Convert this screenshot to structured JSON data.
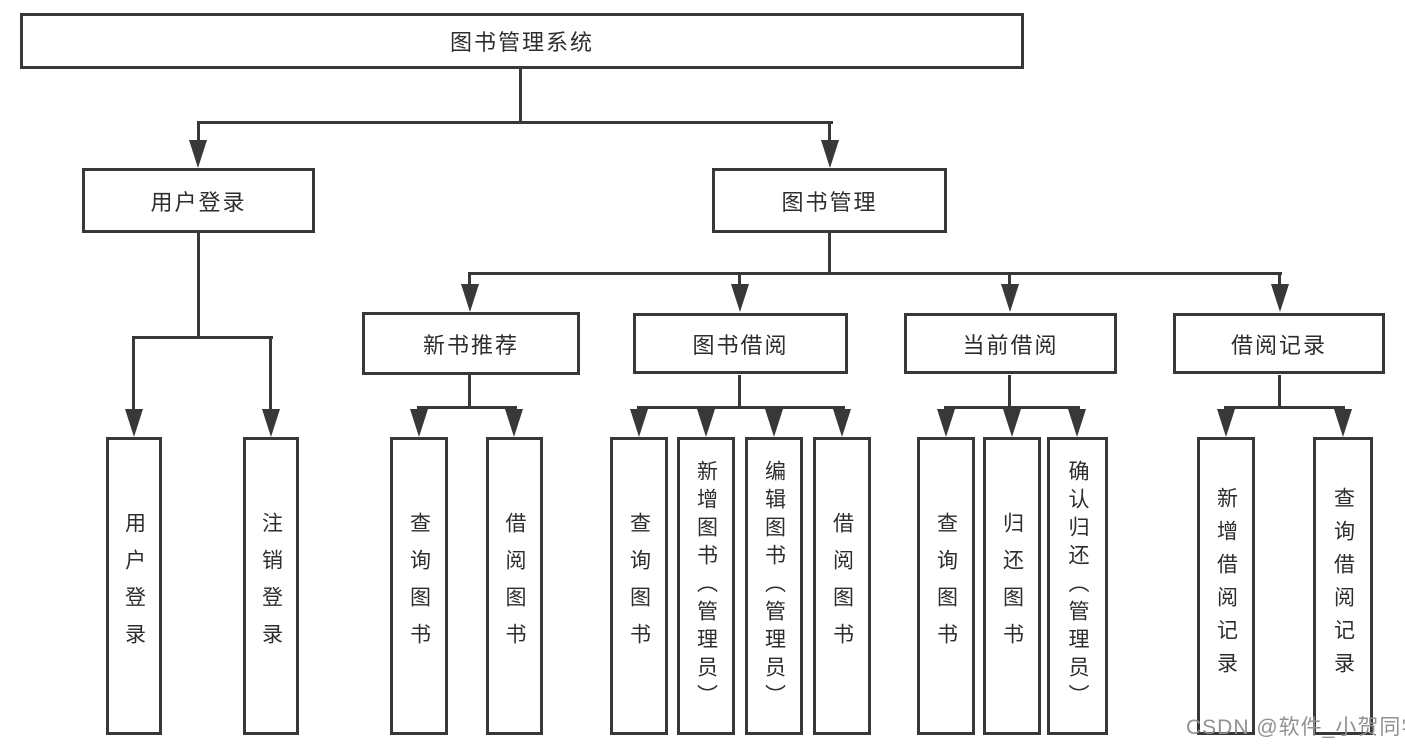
{
  "tree": {
    "root": "图书管理系统",
    "l2": [
      "用户登录",
      "图书管理"
    ],
    "l3": [
      "新书推荐",
      "图书借阅",
      "当前借阅",
      "借阅记录"
    ],
    "leaves": [
      "用户登录",
      "注销登录",
      "查询图书",
      "借阅图书",
      "查询图书",
      "新增图书（管理员）",
      "编辑图书（管理员）",
      "借阅图书",
      "查询图书",
      "归还图书",
      "确认归还（管理员）",
      "新增借阅记录",
      "查询借阅记录"
    ]
  },
  "watermark": "CSDN @软件_小贺同学",
  "colors": {
    "line": "#383838",
    "text": "#2d2d2d",
    "watermark": "#919191",
    "background": "#ffffff"
  }
}
